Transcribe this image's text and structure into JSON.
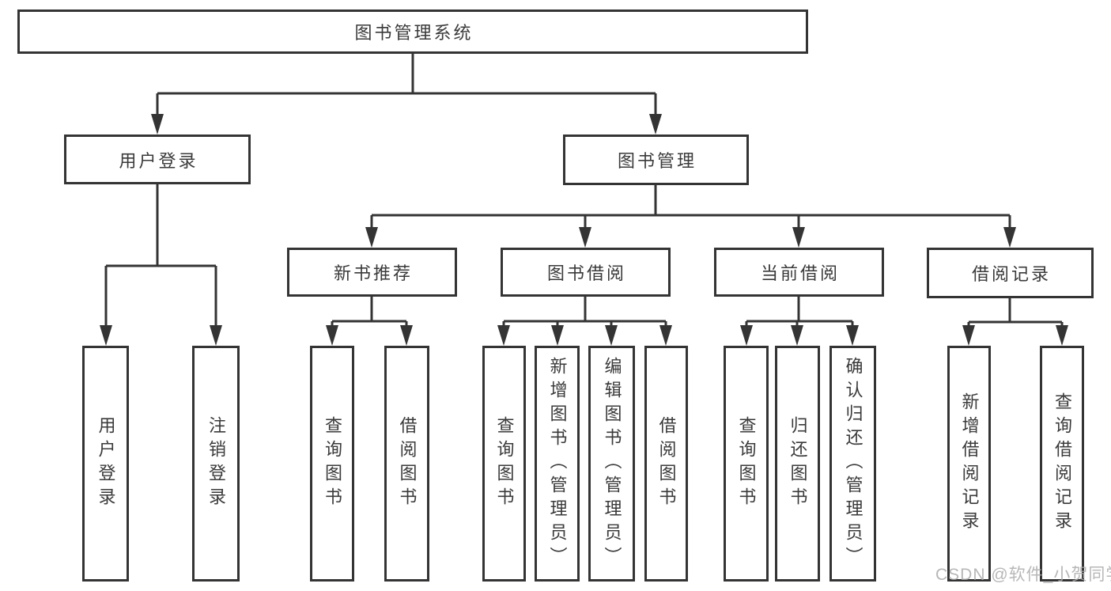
{
  "tree": {
    "label": "图书管理系统",
    "children": [
      {
        "label": "用户登录",
        "children": [
          {
            "label": "用户登录"
          },
          {
            "label": "注销登录"
          }
        ]
      },
      {
        "label": "图书管理",
        "children": [
          {
            "label": "新书推荐",
            "children": [
              {
                "label": "查询图书"
              },
              {
                "label": "借阅图书"
              }
            ]
          },
          {
            "label": "图书借阅",
            "children": [
              {
                "label": "查询图书"
              },
              {
                "label": "新增图书（管理员）"
              },
              {
                "label": "编辑图书（管理员）"
              },
              {
                "label": "借阅图书"
              }
            ]
          },
          {
            "label": "当前借阅",
            "children": [
              {
                "label": "查询图书"
              },
              {
                "label": "归还图书"
              },
              {
                "label": "确认归还（管理员）"
              }
            ]
          },
          {
            "label": "借阅记录",
            "children": [
              {
                "label": "新增借阅记录"
              },
              {
                "label": "查询借阅记录"
              }
            ]
          }
        ]
      }
    ]
  },
  "watermark": "CSDN @软件_小贺同学",
  "colors": {
    "background": "#ffffff",
    "line": "#343434",
    "text": "#3a3a3a",
    "watermark": "#ababab"
  }
}
